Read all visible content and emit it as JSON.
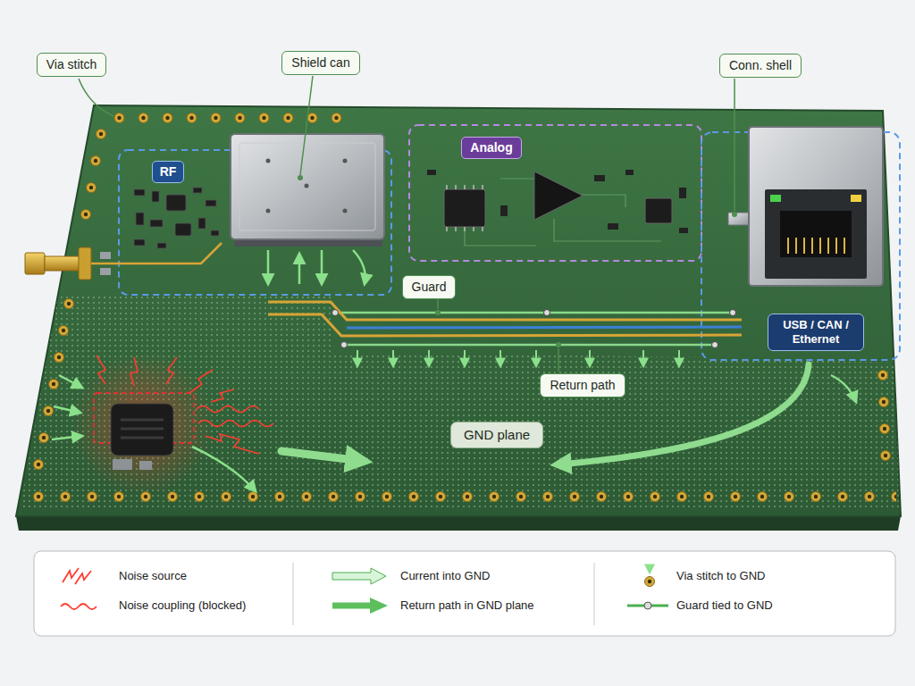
{
  "diagram": {
    "nodes": [
      {
        "text": [
          "Via stitch"
        ]
      },
      {
        "text": [
          "Shield can"
        ]
      },
      {
        "text": [
          "Conn. shell"
        ]
      },
      {
        "text": [
          "RF"
        ]
      },
      {
        "text": [
          "Analog"
        ]
      },
      {
        "text": [
          "Guard"
        ]
      },
      {
        "text": [
          "USB / CAN / Ethernet"
        ]
      },
      {
        "text": [
          "Return path"
        ]
      },
      {
        "text": [
          "GND plane"
        ]
      }
    ],
    "legend": [
      {
        "text": "Noise source"
      },
      {
        "text": "Noise coupling (blocked)"
      },
      {
        "text": "Current into GND"
      },
      {
        "text": "Return path in GND plane"
      },
      {
        "text": "Via stitch to GND"
      },
      {
        "text": "Guard tied to GND"
      }
    ]
  }
}
